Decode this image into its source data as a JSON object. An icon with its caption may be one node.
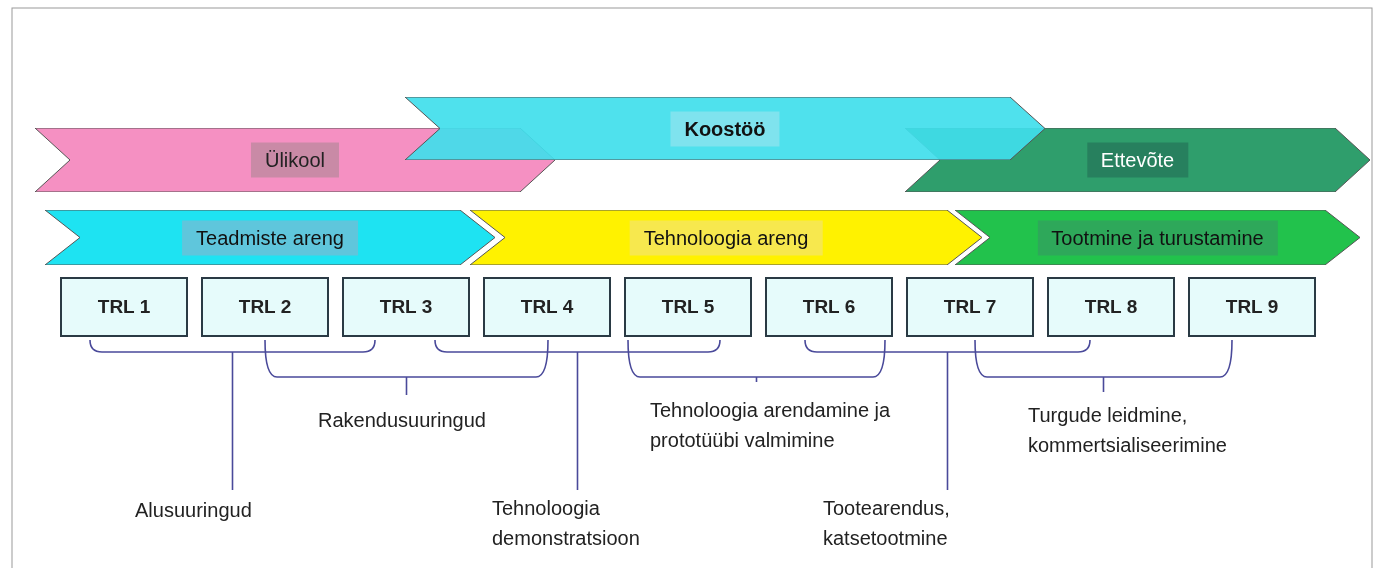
{
  "diagram": {
    "nodes": [
      {
        "text": [
          "Ülikool"
        ]
      },
      {
        "text": [
          "Koostöö"
        ]
      },
      {
        "text": [
          "Ettevõte"
        ]
      },
      {
        "text": [
          "Teadmiste areng"
        ]
      },
      {
        "text": [
          "Tehnoloogia areng"
        ]
      },
      {
        "text": [
          "Tootmine ja turustamine"
        ]
      },
      {
        "text": [
          "TRL 1"
        ]
      },
      {
        "text": [
          "TRL 2"
        ]
      },
      {
        "text": [
          "TRL 3"
        ]
      },
      {
        "text": [
          "TRL 4"
        ]
      },
      {
        "text": [
          "TRL 5"
        ]
      },
      {
        "text": [
          "TRL 6"
        ]
      },
      {
        "text": [
          "TRL 7"
        ]
      },
      {
        "text": [
          "TRL 8"
        ]
      },
      {
        "text": [
          "TRL 9"
        ]
      }
    ],
    "edges": [],
    "labels": [
      "Alusuuringud",
      "Rakendusuuringud",
      "Tehnoloogia demonstratsioon",
      "Tehnoloogia arendamine ja prototüübi valmimine",
      "Tootearendus, katsetootmine",
      "Turgude leidmine, kommertsialiseerimine"
    ]
  }
}
